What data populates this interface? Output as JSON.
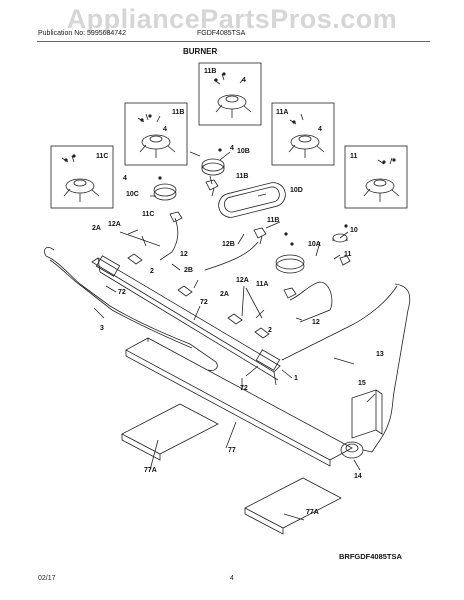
{
  "watermark": "AppliancePartsPros.com",
  "header": {
    "publication": "Publication No: 5995684742",
    "model": "FGDF4085TSA",
    "section": "BURNER"
  },
  "footer": {
    "date": "02/17",
    "page": "4",
    "diagram_code": "BRFGDF4085TSA"
  },
  "labels": {
    "l11b_box1": "11B",
    "l11b_box2": "11B",
    "l11a_box": "11A",
    "l11_box": "11",
    "l11c_box": "11C",
    "l4a": "4",
    "l4b": "4",
    "l4c": "4",
    "l4d": "4",
    "l10b": "10B",
    "l10c": "10C",
    "l11b_a": "11B",
    "l10d": "10D",
    "l11c": "11C",
    "l12a_a": "12A",
    "l2a_a": "2A",
    "l12_a": "12",
    "l11b_b": "11B",
    "l12b": "12B",
    "l10a": "10A",
    "l10": "10",
    "l11": "11",
    "l2_a": "2",
    "l2b": "2B",
    "l72_a": "72",
    "l72_b": "72",
    "l3": "3",
    "l12a_b": "12A",
    "l11a": "11A",
    "l2a_b": "2A",
    "l2_b": "2",
    "l12_b": "12",
    "l13": "13",
    "l1": "1",
    "l72_c": "72",
    "l15": "15",
    "l14": "14",
    "l77": "77",
    "l77a_a": "77A",
    "l77a_b": "77A"
  }
}
